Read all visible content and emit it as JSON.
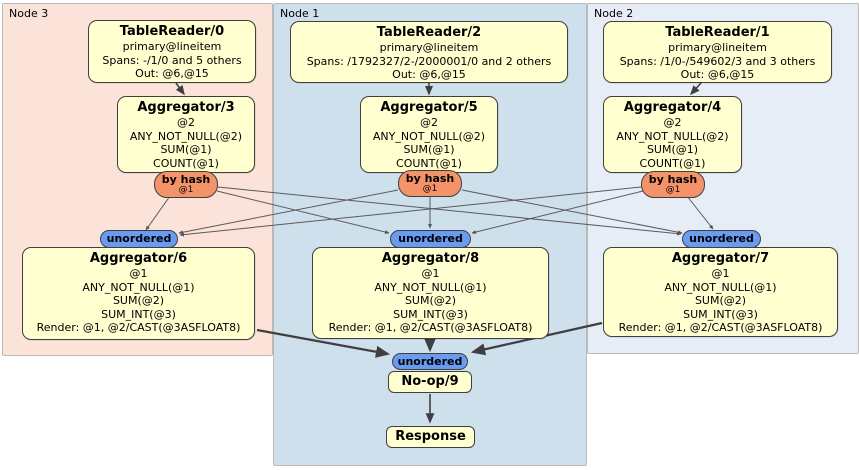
{
  "diagram": {
    "regions": {
      "node3": {
        "label": "Node 3"
      },
      "node1": {
        "label": "Node 1"
      },
      "node2": {
        "label": "Node 2"
      }
    },
    "processors": {
      "tr0": {
        "title": "TableReader/0",
        "lines": [
          "primary@lineitem",
          "Spans: -/1/0 and 5 others",
          "Out: @6,@15"
        ]
      },
      "tr2": {
        "title": "TableReader/2",
        "lines": [
          "primary@lineitem",
          "Spans: /1792327/2-/2000001/0 and 2 others",
          "Out: @6,@15"
        ]
      },
      "tr1": {
        "title": "TableReader/1",
        "lines": [
          "primary@lineitem",
          "Spans: /1/0-/549602/3 and 3 others",
          "Out: @6,@15"
        ]
      },
      "agg3": {
        "title": "Aggregator/3",
        "lines": [
          "@2",
          "ANY_NOT_NULL(@2)",
          "SUM(@1)",
          "COUNT(@1)"
        ]
      },
      "agg5": {
        "title": "Aggregator/5",
        "lines": [
          "@2",
          "ANY_NOT_NULL(@2)",
          "SUM(@1)",
          "COUNT(@1)"
        ]
      },
      "agg4": {
        "title": "Aggregator/4",
        "lines": [
          "@2",
          "ANY_NOT_NULL(@2)",
          "SUM(@1)",
          "COUNT(@1)"
        ]
      },
      "agg6": {
        "title": "Aggregator/6",
        "lines": [
          "@1",
          "ANY_NOT_NULL(@1)",
          "SUM(@2)",
          "SUM_INT(@3)",
          "Render: @1, @2/CAST(@3ASFLOAT8)"
        ]
      },
      "agg8": {
        "title": "Aggregator/8",
        "lines": [
          "@1",
          "ANY_NOT_NULL(@1)",
          "SUM(@2)",
          "SUM_INT(@3)",
          "Render: @1, @2/CAST(@3ASFLOAT8)"
        ]
      },
      "agg7": {
        "title": "Aggregator/7",
        "lines": [
          "@1",
          "ANY_NOT_NULL(@1)",
          "SUM(@2)",
          "SUM_INT(@3)",
          "Render: @1, @2/CAST(@3ASFLOAT8)"
        ]
      },
      "noop": {
        "title": "No-op/9"
      },
      "response": {
        "title": "Response"
      }
    },
    "routers": {
      "by_hash": {
        "label": "by hash",
        "detail": "@1"
      },
      "unordered": {
        "label": "unordered"
      }
    },
    "colors": {
      "node3_bg": "#fbe3d9",
      "node1_bg": "#cfe0ed",
      "node2_bg": "#e7edf6",
      "box_bg": "#ffffd0",
      "by_hash_bg": "#f4936a",
      "unordered_bg": "#699cf0",
      "edge": "#3f3f3f"
    }
  }
}
